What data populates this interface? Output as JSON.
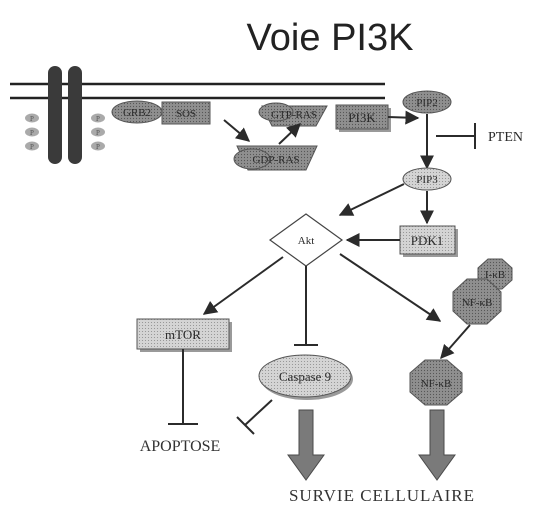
{
  "title": "Voie PI3K",
  "nodes": {
    "grb2": "GRB2",
    "sos": "SOS",
    "gtp_ras": "GTP-RAS",
    "gdp_ras": "GDP-RAS",
    "pi3k": "PI3K",
    "pip2": "PIP2",
    "pten": "PTEN",
    "pip3": "PIP3",
    "akt": "Akt",
    "pdk1": "PDK1",
    "mtor": "mTOR",
    "caspase9": "Caspase 9",
    "ikb": "I-κB",
    "nfkb_complex": "NF-κB",
    "nfkb_free": "NF-κB"
  },
  "receptor_phospho_label": "P",
  "outcomes": {
    "apoptose": "APOPTOSE",
    "survie": "SURVIE CELLULAIRE"
  },
  "colors": {
    "box_fill": "#cfcfcf",
    "dark_fill": "#8c8c8c",
    "shadow": "#9a9a9a",
    "line": "#2b2b2b"
  }
}
